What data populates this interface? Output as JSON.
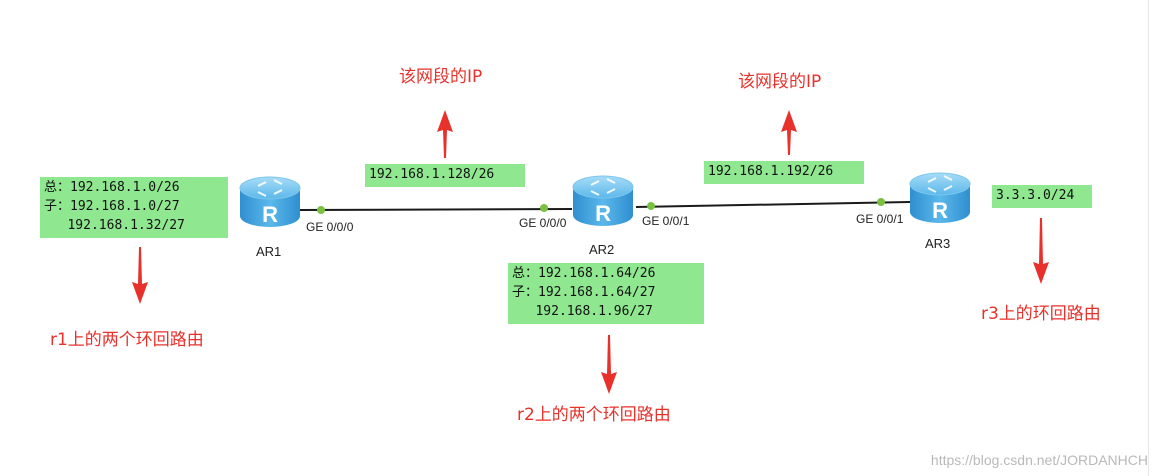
{
  "annotations": {
    "segment_ip_left": "该网段的IP",
    "segment_ip_right": "该网段的IP",
    "r1_loopback": "r1上的两个环回路由",
    "r2_loopback": "r2上的两个环回路由",
    "r3_loopback": "r3上的环回路由"
  },
  "boxes": {
    "ar1_routes": "总：192.168.1.0/26\n子：192.168.1.0/27\n   192.168.1.32/27",
    "ar2_routes": "总：192.168.1.64/26\n子：192.168.1.64/27\n   192.168.1.96/27",
    "link1": "192.168.1.128/26",
    "link2": "192.168.1.192/26",
    "ar3_routes": "3.3.3.0/24"
  },
  "devices": {
    "ar1": "AR1",
    "ar2": "AR2",
    "ar3": "AR3",
    "router_glyph": "R"
  },
  "interfaces": {
    "ar1_ge000": "GE 0/0/0",
    "ar2_ge000": "GE 0/0/0",
    "ar2_ge001": "GE 0/0/1",
    "ar3_ge001": "GE 0/0/1"
  },
  "colors": {
    "annotation": "#e8312b",
    "box": "#8fe88f",
    "link": "#1a1a1a",
    "port": "#7ac142",
    "router": "#4fb3e8"
  },
  "watermark": "https://blog.csdn.net/JORDANHCH"
}
